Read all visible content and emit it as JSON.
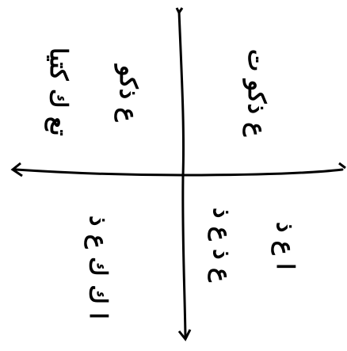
{
  "diagram": {
    "style": "hand-drawn quadrant cross",
    "ink_color": "#000000",
    "background": "#ffffff",
    "quadrants": {
      "top_left": [
        "تع ك كتيا",
        "ع ذكو"
      ],
      "top_right": [
        "ع ذكو ت"
      ],
      "bottom_left": [
        "ا ك ك ع ذ"
      ],
      "bottom_right": [
        "ع ذ ع ذ",
        "ا ع ذ"
      ]
    }
  }
}
